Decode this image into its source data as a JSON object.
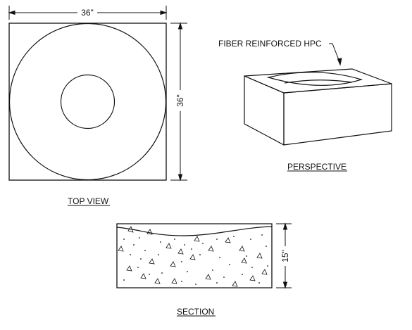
{
  "dimensions": {
    "top_width": "36\"",
    "top_depth": "36\"",
    "section_height": "15\""
  },
  "labels": {
    "material": "FIBER REINFORCED HPC",
    "top_view": "TOP VIEW",
    "perspective": "PERSPECTIVE",
    "section": "SECTION"
  },
  "colors": {
    "line": "#111111",
    "background": "#ffffff"
  }
}
